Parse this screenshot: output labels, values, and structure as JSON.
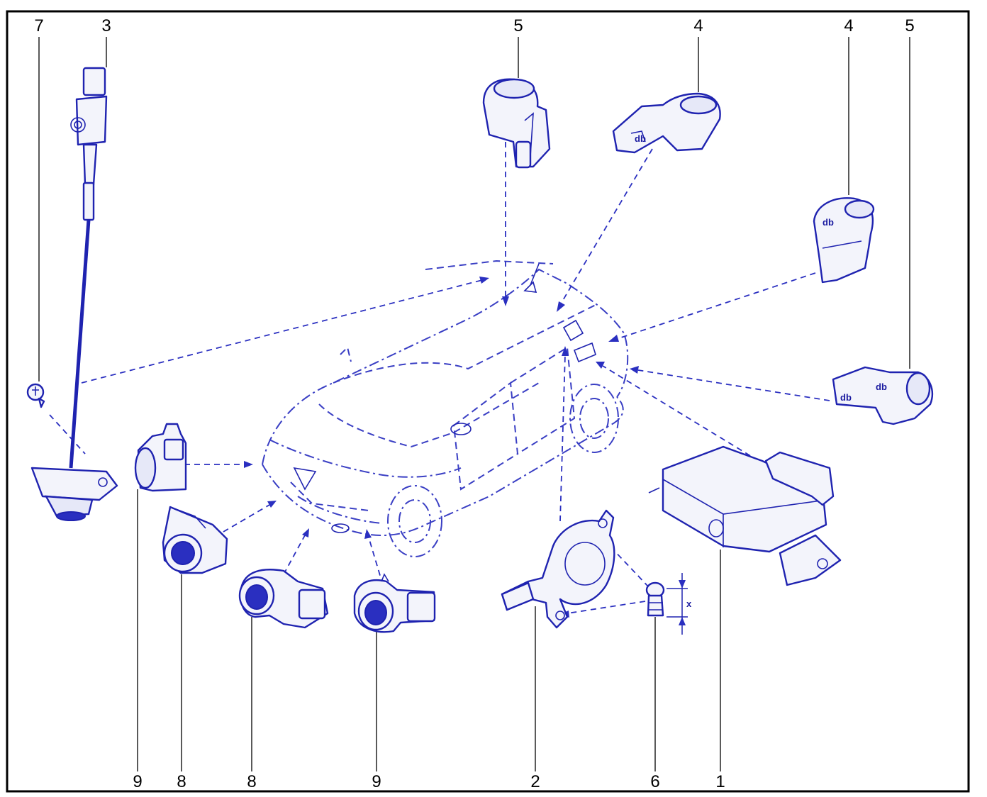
{
  "callouts": {
    "top": [
      {
        "id": "c-top-7",
        "label": "7"
      },
      {
        "id": "c-top-3",
        "label": "3"
      },
      {
        "id": "c-top-5a",
        "label": "5"
      },
      {
        "id": "c-top-4a",
        "label": "4"
      },
      {
        "id": "c-top-4b",
        "label": "4"
      },
      {
        "id": "c-top-5b",
        "label": "5"
      }
    ],
    "bottom": [
      {
        "id": "c-bot-9a",
        "label": "9"
      },
      {
        "id": "c-bot-8a",
        "label": "8"
      },
      {
        "id": "c-bot-8b",
        "label": "8"
      },
      {
        "id": "c-bot-9b",
        "label": "9"
      },
      {
        "id": "c-bot-2",
        "label": "2"
      },
      {
        "id": "c-bot-6",
        "label": "6"
      },
      {
        "id": "c-bot-1",
        "label": "1"
      }
    ]
  },
  "dimension_label": "x",
  "colors": {
    "line": "#1f23b0",
    "frame": "#000000"
  }
}
